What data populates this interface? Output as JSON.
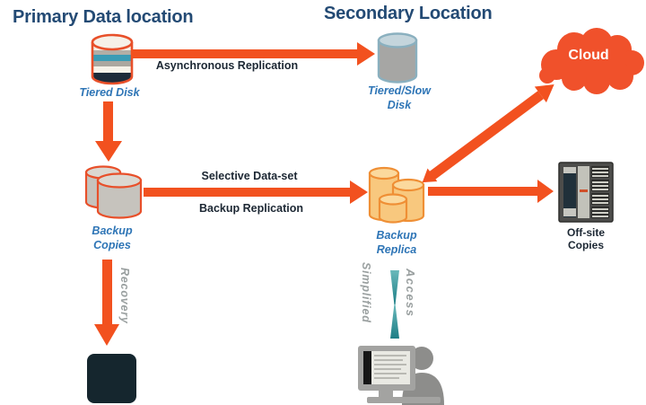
{
  "diagram": {
    "headings": {
      "primary": "Primary Data location",
      "secondary": "Secondary Location"
    },
    "nodes": {
      "tiered_disk": {
        "label": "Tiered Disk"
      },
      "tiered_slow_disk": {
        "line1": "Tiered/Slow",
        "line2": "Disk"
      },
      "cloud": {
        "label": "Cloud"
      },
      "backup_copies": {
        "line1": "Backup",
        "line2": "Copies"
      },
      "backup_replica": {
        "line1": "Backup",
        "line2": "Replica"
      },
      "offsite_copies": {
        "line1": "Off-site",
        "line2": "Copies"
      }
    },
    "flows": {
      "async_replication": {
        "label": "Asynchronous Replication"
      },
      "selective_backup": {
        "line1": "Selective Data-set",
        "line2": "Backup Replication"
      },
      "recovery": {
        "label": "Recovery"
      },
      "simplified_access": {
        "line1": "Simplified",
        "line2": "Access"
      }
    },
    "colors": {
      "arrow_orange": "#f2511f",
      "heading_blue": "#234a74",
      "label_blue": "#2e75b6",
      "dark_text": "#1c2733",
      "gray_text": "#9aa0a0",
      "teal_band": "#3a9cb5",
      "teal_bowtie": "#2f8f96",
      "dark_navy_block": "#15262e"
    }
  }
}
